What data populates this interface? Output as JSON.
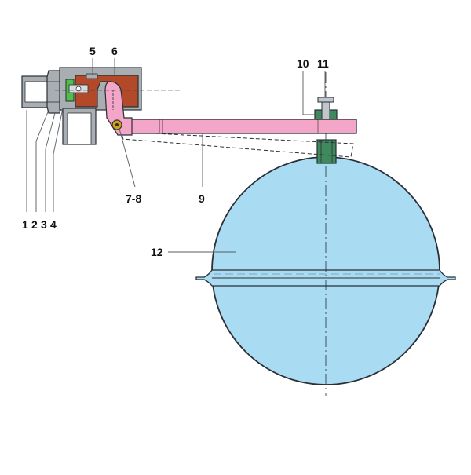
{
  "labels": {
    "l1": "1",
    "l2": "2",
    "l3": "3",
    "l4": "4",
    "l5": "5",
    "l6": "6",
    "l78": "7-8",
    "l9": "9",
    "l10": "10",
    "l11": "11",
    "l12": "12"
  },
  "colors": {
    "housing": "#a9aeb2",
    "seal": "#b24a2a",
    "gasket": "#4fbf4a",
    "lever": "#f4a6c8",
    "ball": "#a9dbf2",
    "mount": "#3f8a5c",
    "outline": "#2a2f36"
  }
}
